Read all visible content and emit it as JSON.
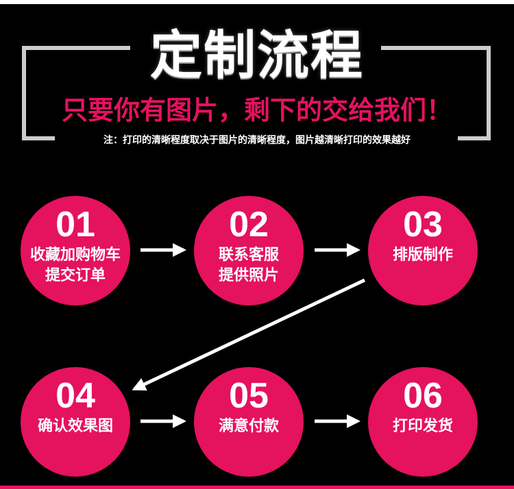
{
  "header": {
    "title": "定制流程",
    "subtitle": "只要你有图片，剩下的交给我们！",
    "note": "注：打印的清晰程度取决于图片的清晰程度，图片越清晰打印的效果越好"
  },
  "steps": [
    {
      "number": "01",
      "label": "收藏加购物车\n提交订单"
    },
    {
      "number": "02",
      "label": "联系客服\n提供照片"
    },
    {
      "number": "03",
      "label": "排版制作"
    },
    {
      "number": "04",
      "label": "确认效果图"
    },
    {
      "number": "05",
      "label": "满意付款"
    },
    {
      "number": "06",
      "label": "打印发货"
    }
  ],
  "colors": {
    "background": "#000000",
    "accent": "#e5125e",
    "text": "#ffffff",
    "frame": "#cccccc"
  }
}
